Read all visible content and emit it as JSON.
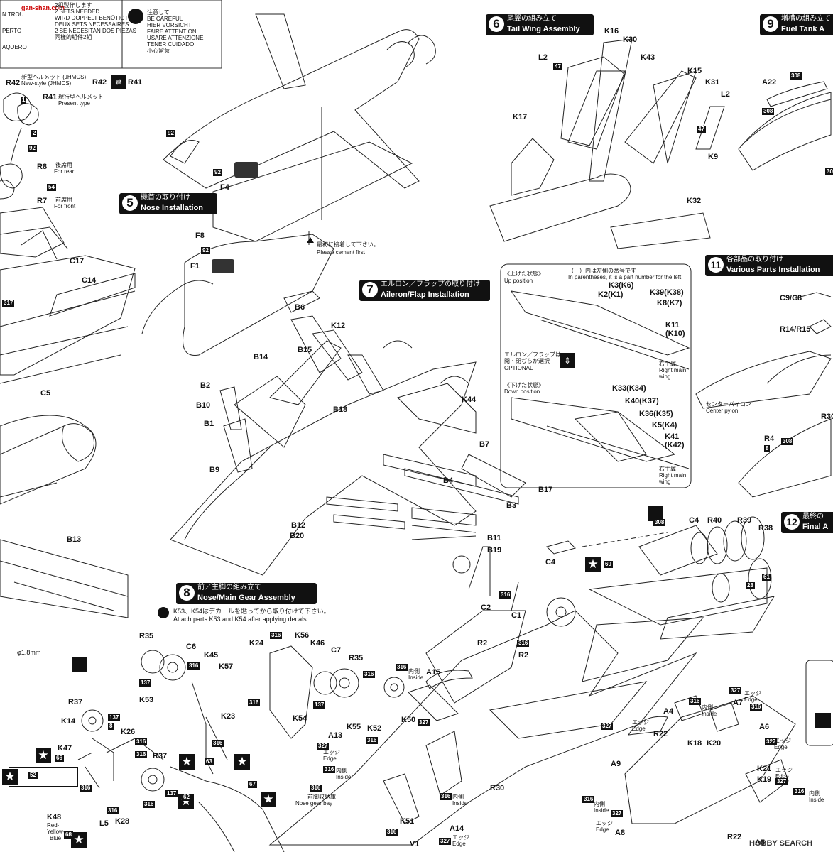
{
  "caution_box": {
    "left_lines": [
      "2組製作します",
      "2 SETS NEEDED",
      "WIRD DOPPELT BENÖTIGT",
      "DEUX SETS NECESSAIRES",
      "2 SE NECESITAN DOS PIEZAS",
      "同樣的組件2組"
    ],
    "left_partial": [
      "N TROU",
      "PERTO",
      "AQUERO"
    ],
    "right_lines": [
      "注意して",
      "BE CAREFUL",
      "HIER VORSICHT",
      "FAIRE ATTENTION",
      "USARE ATTENZIONE",
      "TENER CUIDADO",
      "小心留意"
    ]
  },
  "watermark_top": "gan-shan.com",
  "watermark_bottom": "HOBBY SEARCH",
  "sections": {
    "s5": {
      "num": "5",
      "jp": "機首の取り付け",
      "en": "Nose Installation"
    },
    "s6": {
      "num": "6",
      "jp": "尾翼の組み立て",
      "en": "Tail Wing Assembly"
    },
    "s7": {
      "num": "7",
      "jp": "エルロン／フラップの取り付け",
      "en": "Aileron/Flap Installation"
    },
    "s8": {
      "num": "8",
      "jp": "前／主脚の組み立て",
      "en": "Nose/Main Gear Assembly"
    },
    "s9": {
      "num": "9",
      "jp": "増槽の組み立て",
      "en": "Fuel Tank A"
    },
    "s11": {
      "num": "11",
      "jp": "各部品の取り付け",
      "en": "Various Parts Installation"
    },
    "s12": {
      "num": "12",
      "jp": "最終の",
      "en": "Final A"
    }
  },
  "notes": {
    "helmet_new_jp": "新型ヘルメット (JHMCS)",
    "helmet_new_en": "New-style (JHMCS)",
    "helmet_present_jp": "現行型ヘルメット",
    "helmet_present_en": "Present type",
    "for_rear_jp": "後席用",
    "for_rear_en": "For rear",
    "for_front_jp": "前席用",
    "for_front_en": "For front",
    "cement_first_jp": "最初に接着して下さい。",
    "cement_first_en": "Please cement first",
    "paren_note_jp": "（　）内は左側の番号です",
    "paren_note_en": "In parentheses, it is a part number for the left.",
    "up_position_jp": "《上げた状態》",
    "up_position_en": "Up position",
    "down_position_jp": "《下げた状態》",
    "down_position_en": "Down position",
    "optional_jp1": "エルロン／フラップは",
    "optional_jp2": "開・閉ぢらか選択",
    "optional_en": "OPTIONAL",
    "right_main_wing_jp": "右主翼",
    "right_main_wing_en1": "Right main",
    "right_main_wing_en2": "wing",
    "center_pylon_jp": "センターパイロン",
    "center_pylon_en": "Center pylon",
    "decal_note_jp": "K53、K54はデカールを貼ってから取り付けて下さい。",
    "decal_note_en": "Attach parts K53 and K54 after applying decals.",
    "drill": "φ1.8mm",
    "edge_jp": "エッジ",
    "edge_en": "Edge",
    "inside_jp": "内側",
    "inside_en": "Inside",
    "nose_gear_bay_jp": "前脚収納庫",
    "nose_gear_bay_en": "Nose gear bay",
    "red": "Red-",
    "yellow": "Yellow-",
    "blue": "Blue"
  },
  "parts": {
    "r42": "R42",
    "r41": "R41",
    "r8": "R8",
    "r7": "R7",
    "c17": "C17",
    "c14": "C14",
    "c5": "C5",
    "b13": "B13",
    "r42b": "R42",
    "r41b": "R41",
    "f4": "F4",
    "f8": "F8",
    "f1": "F1",
    "l2a": "L2",
    "k16": "K16",
    "k30": "K30",
    "k43": "K43",
    "k15": "K15",
    "k31": "K31",
    "l2b": "L2",
    "k17": "K17",
    "k9": "K9",
    "k32": "K32",
    "a22": "A22",
    "b6": "B6",
    "k12": "K12",
    "b14": "B14",
    "b15": "B15",
    "b2": "B2",
    "b10": "B10",
    "b1": "B1",
    "b18": "B18",
    "b9": "B9",
    "k44": "K44",
    "b7": "B7",
    "b4": "B4",
    "b17": "B17",
    "b3": "B3",
    "b12": "B12",
    "b20": "B20",
    "b11": "B11",
    "b19": "B19",
    "k3": "K3(K6)",
    "k2": "K2(K1)",
    "k39": "K39(K38)",
    "k8": "K8(K7)",
    "k11": "K11",
    "k10": "(K10)",
    "k33": "K33(K34)",
    "k40": "K40(K37)",
    "k36": "K36(K35)",
    "k5": "K5(K4)",
    "k41": "K41",
    "k42": "(K42)",
    "c9c8": "C9/C8",
    "r14r15": "R14/R15",
    "r30a": "R30",
    "r4": "R4",
    "c4a": "C4",
    "c4b": "C4",
    "r40": "R40",
    "r39": "R39",
    "r38": "R38",
    "r35a": "R35",
    "c6": "C6",
    "k45": "K45",
    "k57": "K57",
    "k53": "K53",
    "k23": "K23",
    "k24": "K24",
    "k56": "K56",
    "k46": "K46",
    "c7": "C7",
    "r35b": "R35",
    "k54": "K54",
    "r37a": "R37",
    "k14": "K14",
    "k26": "K26",
    "k47": "K47",
    "r37b": "R37",
    "k48": "K48",
    "k28": "K28",
    "l5": "L5",
    "c2": "C2",
    "c1": "C1",
    "r2a": "R2",
    "r2b": "R2",
    "a15": "A15",
    "a13": "A13",
    "k55": "K55",
    "k52": "K52",
    "k50": "K50",
    "r30b": "R30",
    "k51": "K51",
    "a14": "A14",
    "v1": "V1",
    "a4": "A4",
    "a7": "A7",
    "a6": "A6",
    "r22a": "R22",
    "k18": "K18",
    "k20": "K20",
    "a9": "A9",
    "k21": "K21",
    "k19": "K19",
    "a8": "A8",
    "a5": "A5",
    "r22b": "R22"
  },
  "paint_codes": {
    "c317": "317",
    "c54": "54",
    "c92a": "92",
    "c92b": "92",
    "c92c": "92",
    "c92d": "92",
    "c47a": "47",
    "c47b": "47",
    "c308a": "308",
    "c308b": "308",
    "c308c": "308",
    "c308d": "308",
    "c316": "316",
    "c327": "327",
    "c137": "137",
    "c8": "8",
    "c28": "28",
    "c61": "61",
    "c63": "63",
    "c67": "67",
    "c62": "62",
    "c52": "52",
    "c66": "66",
    "c68": "68",
    "c69": "69",
    "c1": "1",
    "c2": "2",
    "c3": "30"
  }
}
